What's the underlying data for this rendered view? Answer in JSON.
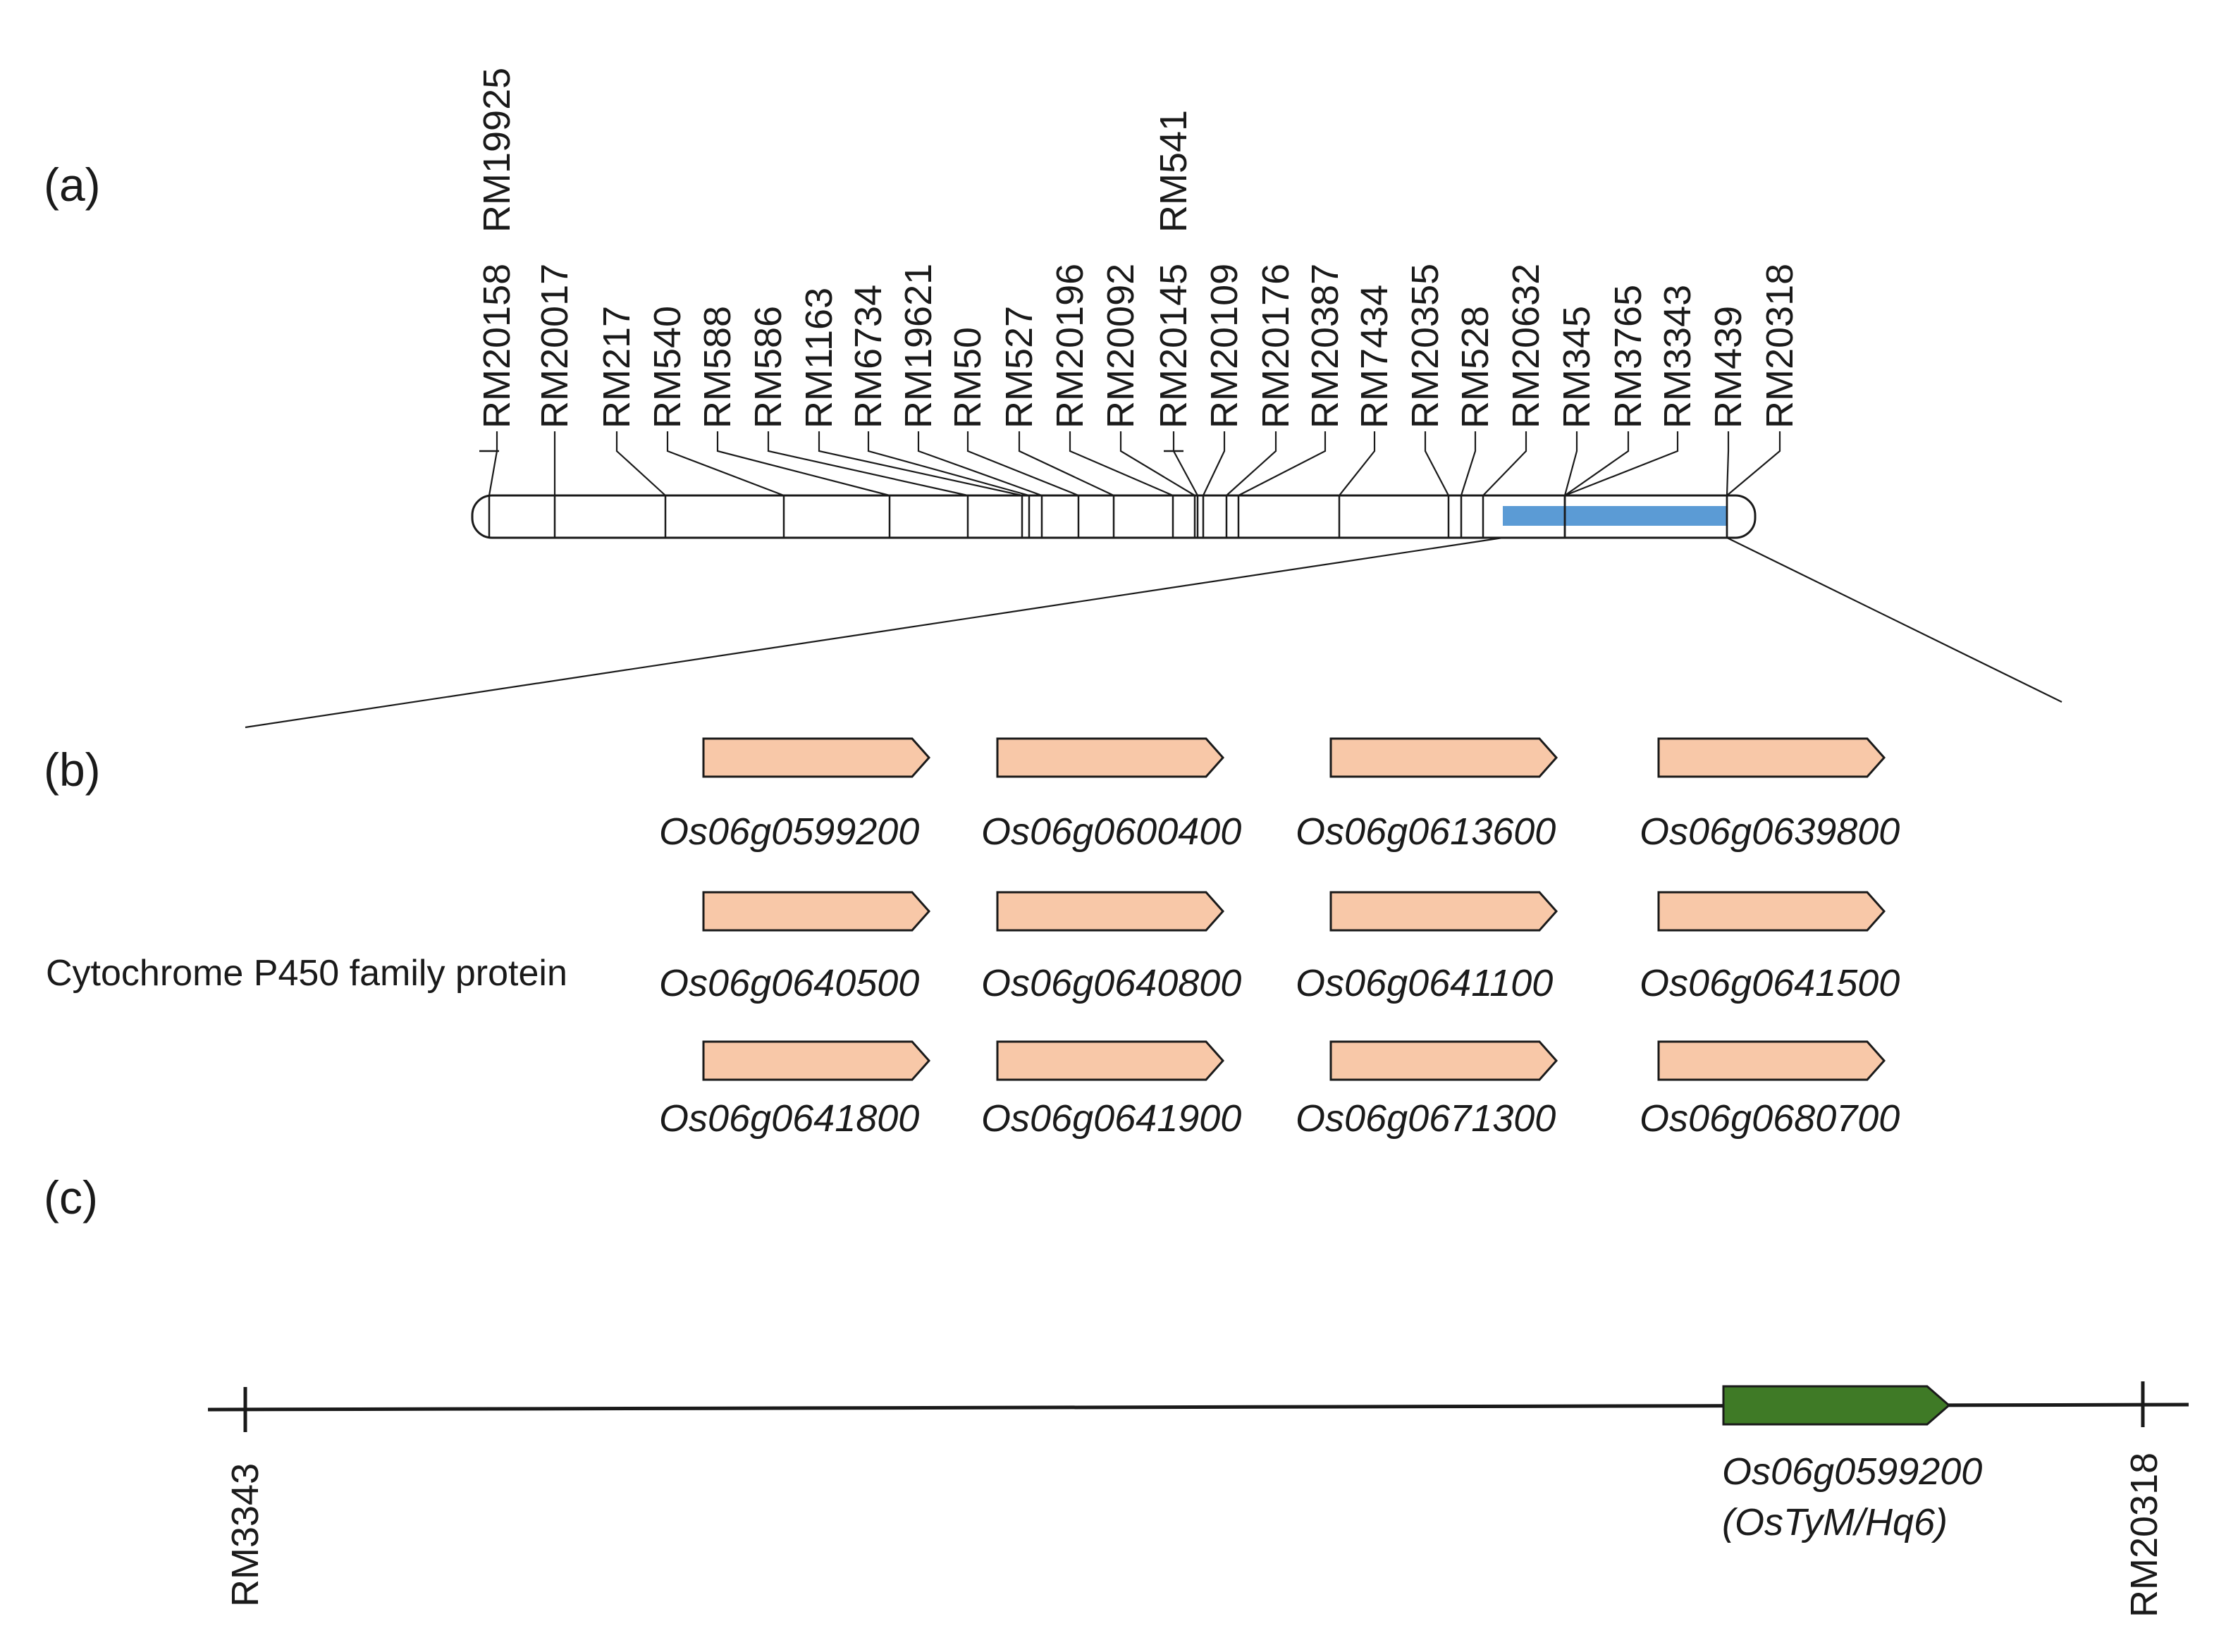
{
  "panels": {
    "a": "(a)",
    "b": "(b)",
    "c": "(c)"
  },
  "colors": {
    "highlight": "#5b9bd5",
    "gene_fill": "#f8c8a8",
    "target_gene_fill": "#3f7a26",
    "line": "#1a1a1a"
  },
  "chromosome": {
    "markers": [
      {
        "name": "RM19925",
        "tier": "upper"
      },
      {
        "name": "RM20158",
        "tier": "lower"
      },
      {
        "name": "RM20017",
        "tier": "lower"
      },
      {
        "name": "RM217",
        "tier": "lower"
      },
      {
        "name": "RM540",
        "tier": "lower"
      },
      {
        "name": "RM588",
        "tier": "lower"
      },
      {
        "name": "RM586",
        "tier": "lower"
      },
      {
        "name": "RM1163",
        "tier": "lower"
      },
      {
        "name": "RM6734",
        "tier": "lower"
      },
      {
        "name": "RM19621",
        "tier": "lower"
      },
      {
        "name": "RM50",
        "tier": "lower"
      },
      {
        "name": "RM527",
        "tier": "lower"
      },
      {
        "name": "RM20196",
        "tier": "lower"
      },
      {
        "name": "RM20092",
        "tier": "lower"
      },
      {
        "name": "RM541",
        "tier": "upper"
      },
      {
        "name": "RM20145",
        "tier": "lower"
      },
      {
        "name": "RM20109",
        "tier": "lower"
      },
      {
        "name": "RM20176",
        "tier": "lower"
      },
      {
        "name": "RM20387",
        "tier": "lower"
      },
      {
        "name": "RM7434",
        "tier": "lower"
      },
      {
        "name": "RM20355",
        "tier": "lower"
      },
      {
        "name": "RM528",
        "tier": "lower"
      },
      {
        "name": "RM20632",
        "tier": "lower"
      },
      {
        "name": "RM345",
        "tier": "lower"
      },
      {
        "name": "RM3765",
        "tier": "lower"
      },
      {
        "name": "RM3343",
        "tier": "lower"
      },
      {
        "name": "RM439",
        "tier": "lower"
      },
      {
        "name": "RM20318",
        "tier": "lower"
      }
    ],
    "highlight_region": {
      "from": "RM20632",
      "to": "RM20318"
    }
  },
  "gene_family_label": "Cytochrome P450 family protein",
  "genes": [
    [
      "Os06g0599200",
      "Os06g0600400",
      "Os06g0613600",
      "Os06g0639800"
    ],
    [
      "Os06g0640500",
      "Os06g0640800",
      "Os06g0641100",
      "Os06g0641500"
    ],
    [
      "Os06g0641800",
      "Os06g0641900",
      "Os06g0671300",
      "Os06g0680700"
    ]
  ],
  "fine_map": {
    "left_marker": "RM3343",
    "right_marker": "RM20318",
    "gene": "Os06g0599200",
    "gene_alias": "(OsTyM/Hq6)"
  }
}
